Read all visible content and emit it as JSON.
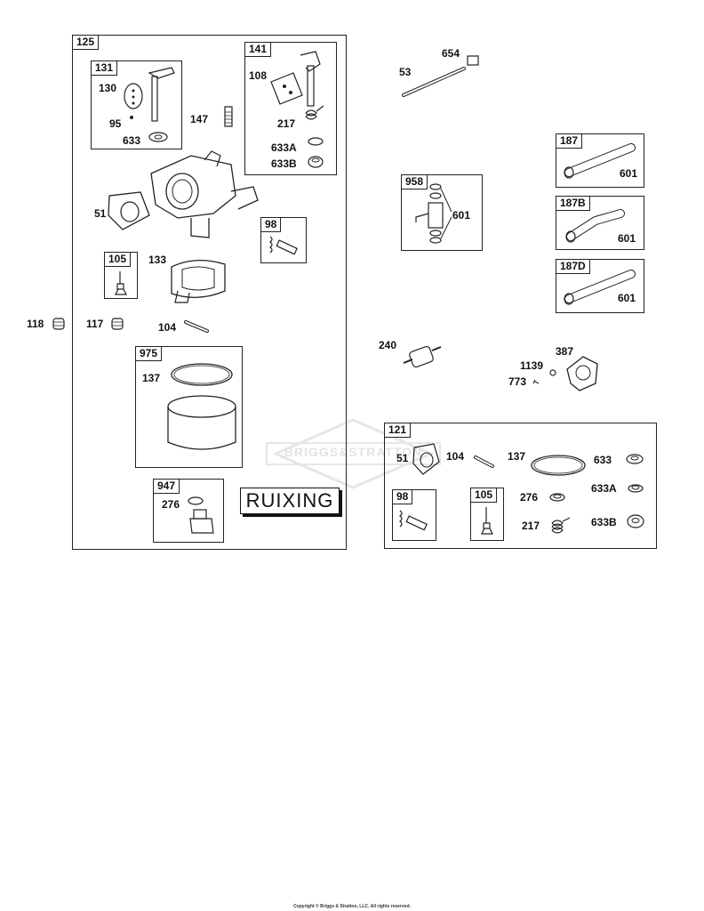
{
  "watermark": {
    "text": "BRIGGS&STRATTON"
  },
  "stamp": {
    "text": "RUIXING"
  },
  "copyright": "Copyright © Briggs & Stratton, LLC. All rights reserved.",
  "callouts": {
    "c118": "118",
    "c117": "117",
    "c104_main": "104",
    "c51_main": "51",
    "c133": "133",
    "c147": "147",
    "c53": "53",
    "c654": "654",
    "c240": "240",
    "c387": "387",
    "c1139": "1139",
    "c773": "773"
  },
  "boxes": {
    "b125": {
      "label": "125"
    },
    "b131": {
      "label": "131",
      "items": {
        "a": "130",
        "b": "95",
        "c": "633"
      }
    },
    "b141": {
      "label": "141",
      "items": {
        "a": "108",
        "b": "217",
        "c": "633A",
        "d": "633B"
      }
    },
    "b98_main": {
      "label": "98"
    },
    "b105_main": {
      "label": "105"
    },
    "b975": {
      "label": "975",
      "items": {
        "a": "137"
      }
    },
    "b947": {
      "label": "947",
      "items": {
        "a": "276"
      }
    },
    "b958": {
      "label": "958",
      "items": {
        "a": "601"
      }
    },
    "b187": {
      "label": "187",
      "items": {
        "a": "601"
      }
    },
    "b187B": {
      "label": "187B",
      "items": {
        "a": "601"
      }
    },
    "b187D": {
      "label": "187D",
      "items": {
        "a": "601"
      }
    },
    "b121": {
      "label": "121",
      "items": {
        "a": "51",
        "b": "104",
        "c": "137",
        "d": "633",
        "e": "276",
        "f": "633A",
        "g": "217",
        "h": "633B"
      }
    },
    "b98_kit": {
      "label": "98"
    },
    "b105_kit": {
      "label": "105"
    }
  }
}
